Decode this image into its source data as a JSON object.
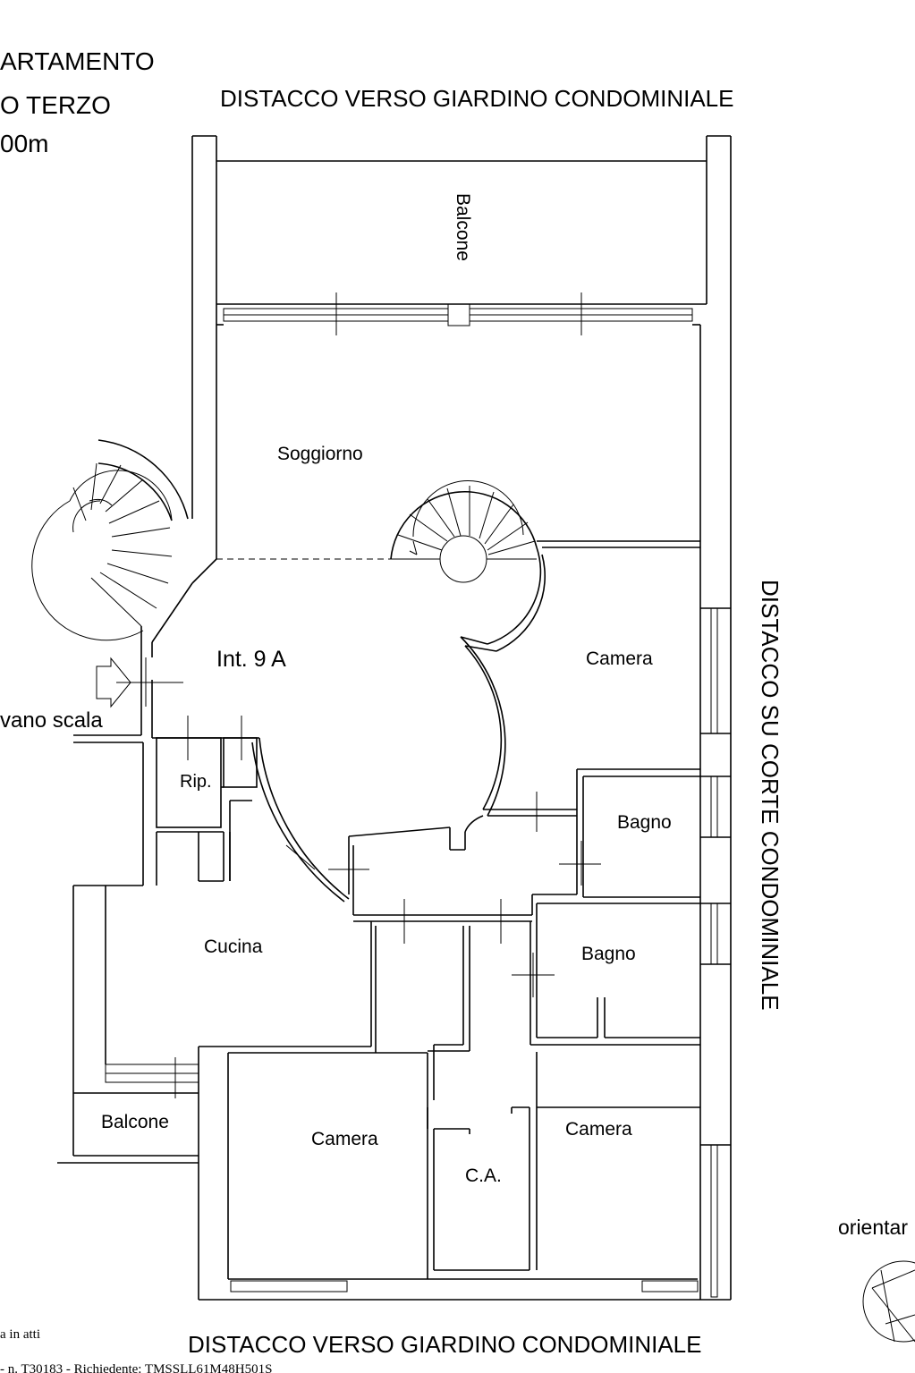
{
  "header": {
    "line1": "ARTAMENTO",
    "line2": "O TERZO",
    "line3": "00m"
  },
  "edges": {
    "top": "DISTACCO VERSO GIARDINO CONDOMINIALE",
    "bottom": "DISTACCO VERSO GIARDINO CONDOMINIALE",
    "right": "DISTACCO SU CORTE CONDOMINIALE",
    "left_access": "vano scala"
  },
  "rooms": {
    "balcony_top": "Balcone",
    "living": "Soggiorno",
    "unit": "Int. 9 A",
    "bedroom_east": "Camera",
    "storage": "Rip.",
    "bath_upper": "Bagno",
    "bath_lower": "Bagno",
    "kitchen": "Cucina",
    "balcony_left": "Balcone",
    "bedroom_south_west": "Camera",
    "closet": "C.A.",
    "bedroom_south_east": "Camera"
  },
  "legend": {
    "orientation": "orientar"
  },
  "footer": {
    "note": "a in atti",
    "reference": "- n. T30183 - Richiedente: TMSSLL61M48H501S"
  }
}
